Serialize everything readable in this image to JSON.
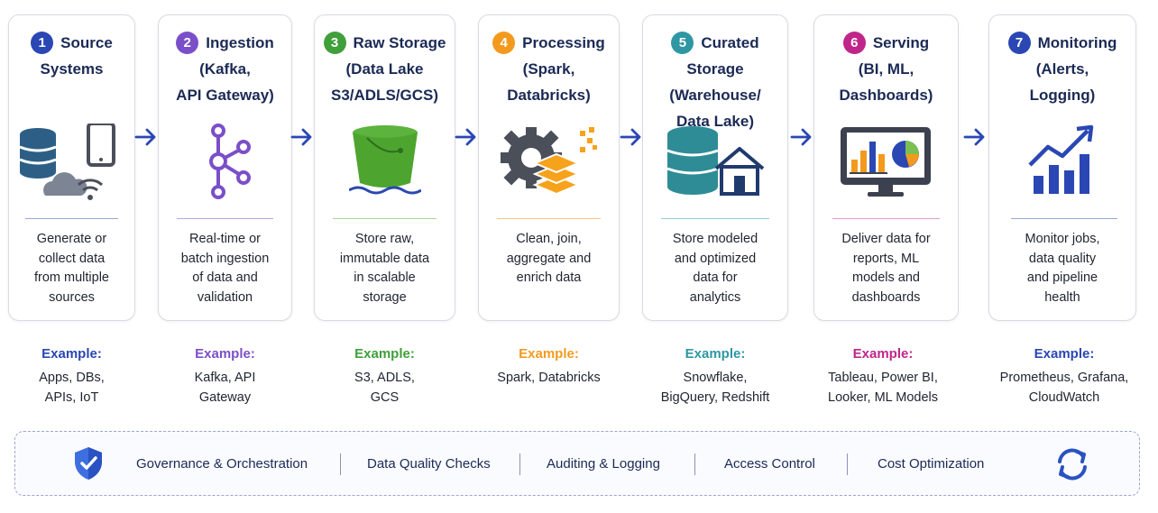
{
  "stages": [
    {
      "number": "1",
      "title_lines": [
        "Source",
        "Systems"
      ],
      "description_lines": [
        "Generate or",
        "collect data",
        "from multiple",
        "sources"
      ],
      "example_label": "Example:",
      "example_lines": [
        "Apps, DBs,",
        "APIs, IoT"
      ],
      "color": "#2a47b3",
      "icon": "database-phone-cloud-wifi-icon"
    },
    {
      "number": "2",
      "title_lines": [
        "Ingestion",
        "(Kafka,",
        "API Gateway)"
      ],
      "description_lines": [
        "Real-time or",
        "batch ingestion",
        "of data and",
        "validation"
      ],
      "example_label": "Example:",
      "example_lines": [
        "Kafka, API",
        "Gateway"
      ],
      "color": "#7b4fc9",
      "icon": "kafka-icon"
    },
    {
      "number": "3",
      "title_lines": [
        "Raw Storage",
        "(Data Lake",
        "S3/ADLS/GCS)"
      ],
      "description_lines": [
        "Store raw,",
        "immutable data",
        "in scalable",
        "storage"
      ],
      "example_label": "Example:",
      "example_lines": [
        "S3, ADLS,",
        "GCS"
      ],
      "color": "#3f9f3a",
      "icon": "bucket-icon"
    },
    {
      "number": "4",
      "title_lines": [
        "Processing",
        "(Spark,",
        "Databricks)"
      ],
      "description_lines": [
        "Clean, join,",
        "aggregate and",
        "enrich data"
      ],
      "example_label": "Example:",
      "example_lines": [
        "Spark, Databricks"
      ],
      "color": "#f39a1e",
      "icon": "gear-layers-icon"
    },
    {
      "number": "5",
      "title_lines": [
        "Curated Storage",
        "(Warehouse/",
        "Data Lake)"
      ],
      "description_lines": [
        "Store modeled",
        "and optimized",
        "data for",
        "analytics"
      ],
      "example_label": "Example:",
      "example_lines": [
        "Snowflake,",
        "BigQuery, Redshift"
      ],
      "color": "#2e97a3",
      "icon": "database-house-icon"
    },
    {
      "number": "6",
      "title_lines": [
        "Serving",
        "(BI, ML,",
        "Dashboards)"
      ],
      "description_lines": [
        "Deliver data for",
        "reports, ML",
        "models and",
        "dashboards"
      ],
      "example_label": "Example:",
      "example_lines": [
        "Tableau, Power BI,",
        "Looker, ML Models"
      ],
      "color": "#c0258a",
      "icon": "monitor-chart-icon"
    },
    {
      "number": "7",
      "title_lines": [
        "Monitoring",
        "(Alerts,",
        "Logging)"
      ],
      "description_lines": [
        "Monitor jobs,",
        "data quality",
        "and pipeline",
        "health"
      ],
      "example_label": "Example:",
      "example_lines": [
        "Prometheus, Grafana,",
        "CloudWatch"
      ],
      "color": "#2a47b3",
      "icon": "trend-chart-icon"
    }
  ],
  "bottom_bar": {
    "items": [
      "Governance & Orchestration",
      "Data Quality Checks",
      "Auditing & Logging",
      "Access Control",
      "Cost Optimization"
    ],
    "left_icon": "shield-check-icon",
    "right_icon": "refresh-icon"
  },
  "colors": {
    "arrow": "#2a47b3",
    "title": "#1b2a55"
  }
}
